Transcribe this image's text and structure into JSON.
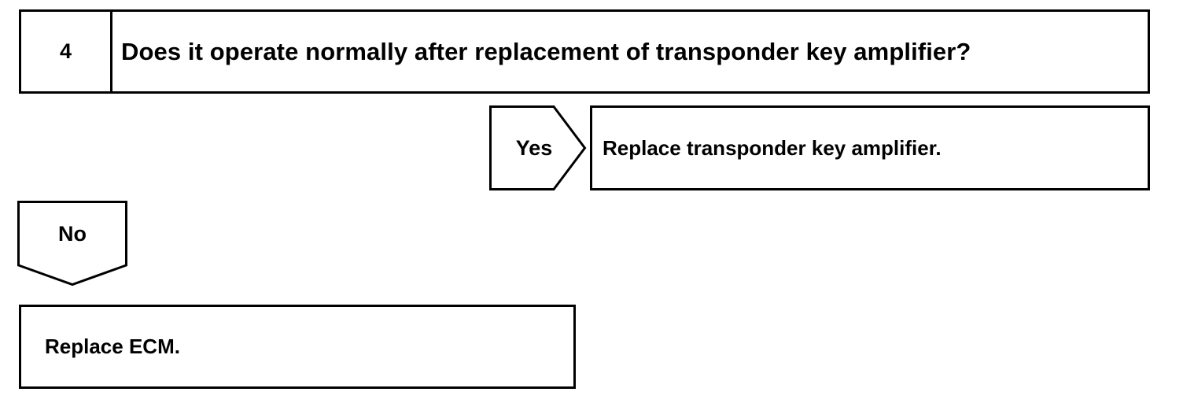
{
  "step": {
    "number": "4",
    "question": "Does it operate normally after replacement of transponder key amplifier?"
  },
  "branches": {
    "yes": {
      "label": "Yes",
      "result": "Replace transponder key amplifier."
    },
    "no": {
      "label": "No",
      "result": "Replace ECM."
    }
  }
}
